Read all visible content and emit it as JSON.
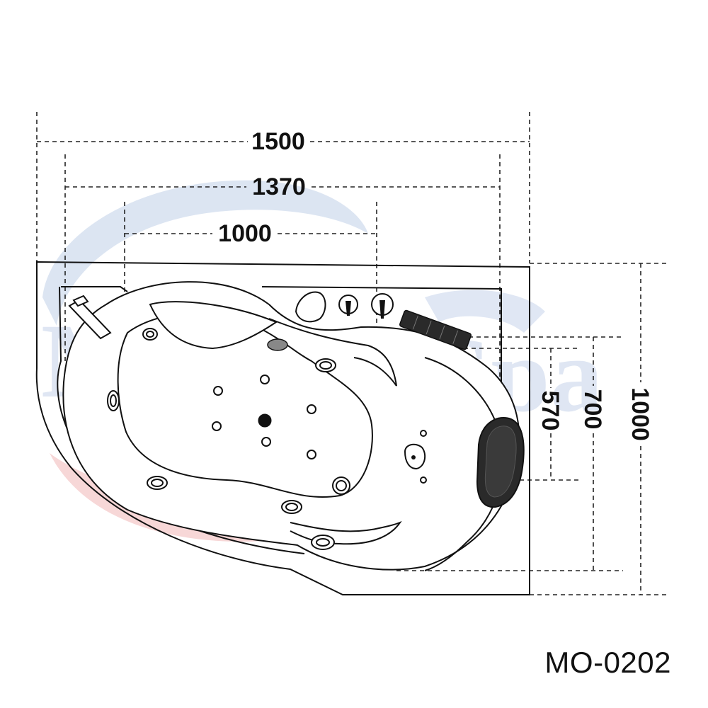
{
  "watermark": {
    "brand": "Mazur Spa",
    "colors": {
      "blue": "#c9d6ea",
      "red": "#f6c9c9"
    }
  },
  "dimensions": {
    "width_total": "1500",
    "width_inner": "1370",
    "width_basin": "1000",
    "depth_total": "1000",
    "depth_mid": "700",
    "depth_inner": "570"
  },
  "model_code": "MO-0202",
  "colors": {
    "line": "#111111",
    "headrest": "#2a2a2a"
  }
}
